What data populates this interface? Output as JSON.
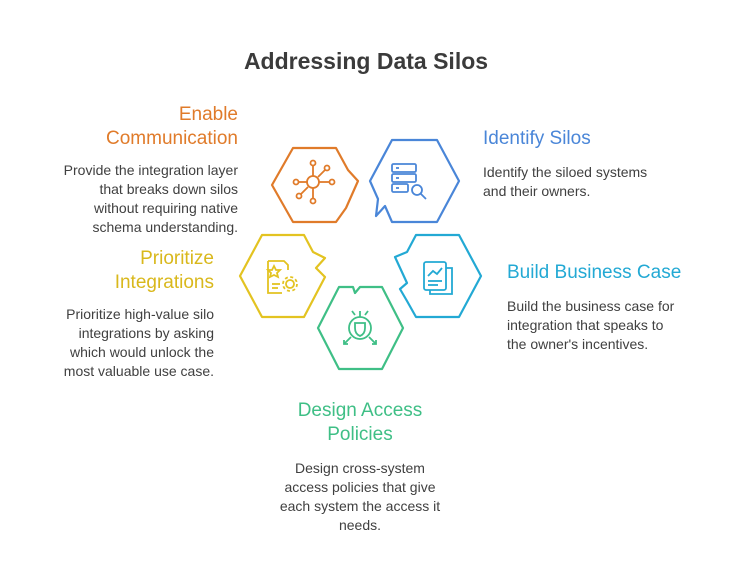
{
  "title": "Addressing Data Silos",
  "colors": {
    "orange": "#e07b2a",
    "blue": "#4a86d8",
    "yellow": "#e3c321",
    "cyan": "#23a9d4",
    "green": "#3fbf86"
  },
  "steps": [
    {
      "id": "enable-communication",
      "heading": [
        "Enable",
        "Communication"
      ],
      "description": [
        "Provide the integration layer",
        "that breaks down silos",
        "without requiring native",
        "schema understanding."
      ],
      "icon": "network-hub-icon",
      "color": "#e07b2a"
    },
    {
      "id": "identify-silos",
      "heading": [
        "Identify Silos"
      ],
      "description": [
        "Identify the siloed systems",
        "and their owners."
      ],
      "icon": "server-search-icon",
      "color": "#4a86d8"
    },
    {
      "id": "prioritize-integrations",
      "heading": [
        "Prioritize",
        "Integrations"
      ],
      "description": [
        "Prioritize high-value silo",
        "integrations by asking",
        "which would unlock the",
        "most valuable use case."
      ],
      "icon": "document-settings-icon",
      "color": "#e3c321"
    },
    {
      "id": "build-business-case",
      "heading": [
        "Build Business Case"
      ],
      "description": [
        "Build the business case for",
        "integration that speaks to",
        "the owner's incentives."
      ],
      "icon": "report-chart-icon",
      "color": "#23a9d4"
    },
    {
      "id": "design-access-policies",
      "heading": [
        "Design Access",
        "Policies"
      ],
      "description": [
        "Design cross-system",
        "access policies that give",
        "each system the access it",
        "needs."
      ],
      "icon": "shield-arrows-icon",
      "color": "#3fbf86"
    }
  ]
}
